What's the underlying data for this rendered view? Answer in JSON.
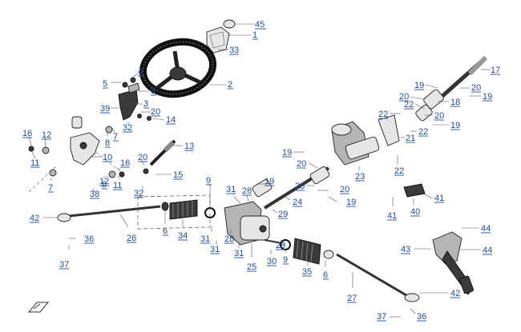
{
  "callouts": [
    {
      "id": "c45a",
      "label": "45"
    },
    {
      "id": "c1",
      "label": "1"
    },
    {
      "id": "c33",
      "label": "33"
    },
    {
      "id": "c17",
      "label": "17"
    },
    {
      "id": "c4",
      "label": "4"
    },
    {
      "id": "c5a",
      "label": "5"
    },
    {
      "id": "c2",
      "label": "2"
    },
    {
      "id": "c5b",
      "label": "5"
    },
    {
      "id": "c19a",
      "label": "19"
    },
    {
      "id": "c20a",
      "label": "20"
    },
    {
      "id": "c19b",
      "label": "19"
    },
    {
      "id": "c20b",
      "label": "20"
    },
    {
      "id": "c3",
      "label": "3"
    },
    {
      "id": "c39",
      "label": "39"
    },
    {
      "id": "c20c",
      "label": "20"
    },
    {
      "id": "c18",
      "label": "18"
    },
    {
      "id": "c22a",
      "label": "22"
    },
    {
      "id": "c22b",
      "label": "22"
    },
    {
      "id": "c14",
      "label": "14"
    },
    {
      "id": "c20d",
      "label": "20"
    },
    {
      "id": "c32a",
      "label": "32"
    },
    {
      "id": "c19c",
      "label": "19"
    },
    {
      "id": "c16a",
      "label": "16"
    },
    {
      "id": "c12a",
      "label": "12"
    },
    {
      "id": "c7a",
      "label": "7"
    },
    {
      "id": "c8a",
      "label": "8"
    },
    {
      "id": "c22c",
      "label": "22"
    },
    {
      "id": "c21",
      "label": "21"
    },
    {
      "id": "c13",
      "label": "13"
    },
    {
      "id": "c11a",
      "label": "11"
    },
    {
      "id": "c10",
      "label": "10"
    },
    {
      "id": "c19d",
      "label": "19"
    },
    {
      "id": "c20e",
      "label": "20"
    },
    {
      "id": "c22d",
      "label": "22"
    },
    {
      "id": "c20f",
      "label": "20"
    },
    {
      "id": "c16b",
      "label": "16"
    },
    {
      "id": "c12b",
      "label": "12"
    },
    {
      "id": "c15",
      "label": "15"
    },
    {
      "id": "c23",
      "label": "23"
    },
    {
      "id": "c8b",
      "label": "8"
    },
    {
      "id": "c11b",
      "label": "11"
    },
    {
      "id": "c9a",
      "label": "9"
    },
    {
      "id": "c19e",
      "label": "19"
    },
    {
      "id": "c20g",
      "label": "20"
    },
    {
      "id": "c7b",
      "label": "7"
    },
    {
      "id": "c38",
      "label": "38"
    },
    {
      "id": "c32b",
      "label": "32"
    },
    {
      "id": "c31a",
      "label": "31"
    },
    {
      "id": "c28a",
      "label": "28"
    },
    {
      "id": "c20h",
      "label": "20"
    },
    {
      "id": "c24",
      "label": "24"
    },
    {
      "id": "c19f",
      "label": "19"
    },
    {
      "id": "c41",
      "label": "41"
    },
    {
      "id": "c42a",
      "label": "42"
    },
    {
      "id": "c29a",
      "label": "29"
    },
    {
      "id": "c40",
      "label": "40"
    },
    {
      "id": "c41b",
      "label": "41"
    },
    {
      "id": "c6a",
      "label": "6"
    },
    {
      "id": "c34",
      "label": "34"
    },
    {
      "id": "c26",
      "label": "26"
    },
    {
      "id": "c36a",
      "label": "36"
    },
    {
      "id": "c31b",
      "label": "31"
    },
    {
      "id": "c28b",
      "label": "28"
    },
    {
      "id": "c9b",
      "label": "9"
    },
    {
      "id": "c29b",
      "label": "29"
    },
    {
      "id": "c44a",
      "label": "44"
    },
    {
      "id": "c31c",
      "label": "31"
    },
    {
      "id": "c43",
      "label": "43"
    },
    {
      "id": "c44b",
      "label": "44"
    },
    {
      "id": "c31d",
      "label": "31"
    },
    {
      "id": "c30",
      "label": "30"
    },
    {
      "id": "c35",
      "label": "35"
    },
    {
      "id": "c6b",
      "label": "6"
    },
    {
      "id": "c37a",
      "label": "37"
    },
    {
      "id": "c25",
      "label": "25"
    },
    {
      "id": "c27",
      "label": "27"
    },
    {
      "id": "c42b",
      "label": "42"
    },
    {
      "id": "c37b",
      "label": "37"
    },
    {
      "id": "c36b",
      "label": "36"
    }
  ]
}
